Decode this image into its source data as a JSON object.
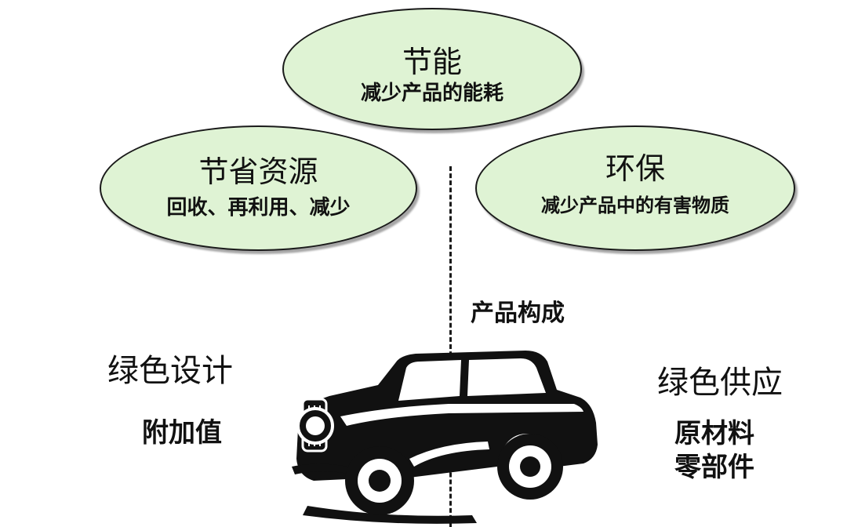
{
  "colors": {
    "ellipse_fill": "#dff3d4",
    "outline": "#1a1a1a",
    "text": "#111111"
  },
  "ellipses": {
    "energy": {
      "title": "节能",
      "subtitle": "减少产品的能耗"
    },
    "resource": {
      "title": "节省资源",
      "subtitle": "回收、再利用、减少"
    },
    "eco": {
      "title": "环保",
      "subtitle": "减少产品中的有害物质"
    }
  },
  "center_label": "产品构成",
  "left": {
    "title": "绿色设计",
    "item": "附加值"
  },
  "right": {
    "title": "绿色供应",
    "items": [
      "原材料",
      "零部件"
    ]
  },
  "car_icon": "vintage-car-icon"
}
